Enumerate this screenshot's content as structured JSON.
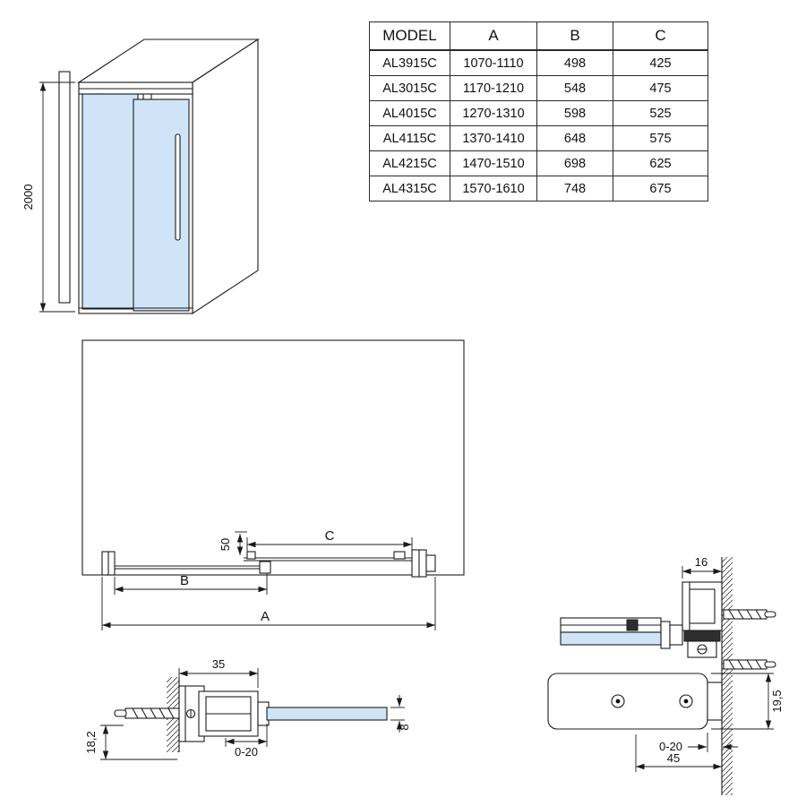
{
  "colors": {
    "glass": "#cfe5f7",
    "line": "#1b1b1b"
  },
  "table": {
    "headers": [
      "MODEL",
      "A",
      "B",
      "C"
    ],
    "rows": [
      [
        "AL3915C",
        "1070-1110",
        "498",
        "425"
      ],
      [
        "AL3015C",
        "1170-1210",
        "548",
        "475"
      ],
      [
        "AL4015C",
        "1270-1310",
        "598",
        "525"
      ],
      [
        "AL4115C",
        "1370-1410",
        "648",
        "575"
      ],
      [
        "AL4215C",
        "1470-1510",
        "698",
        "625"
      ],
      [
        "AL4315C",
        "1570-1610",
        "748",
        "675"
      ]
    ]
  },
  "front_view": {
    "height": "2000"
  },
  "plan_view": {
    "a": "A",
    "b": "B",
    "c": "C",
    "overlap": "50"
  },
  "detail_fixed_panel": {
    "profile_width": "35",
    "adjustment_range": "0-20",
    "profile_depth": "18,2",
    "glass_thickness": "8"
  },
  "detail_wall_bracket": {
    "wall_offset": "16",
    "bracket_height": "19,5",
    "adjustment_range": "0-20",
    "bracket_width": "45"
  }
}
